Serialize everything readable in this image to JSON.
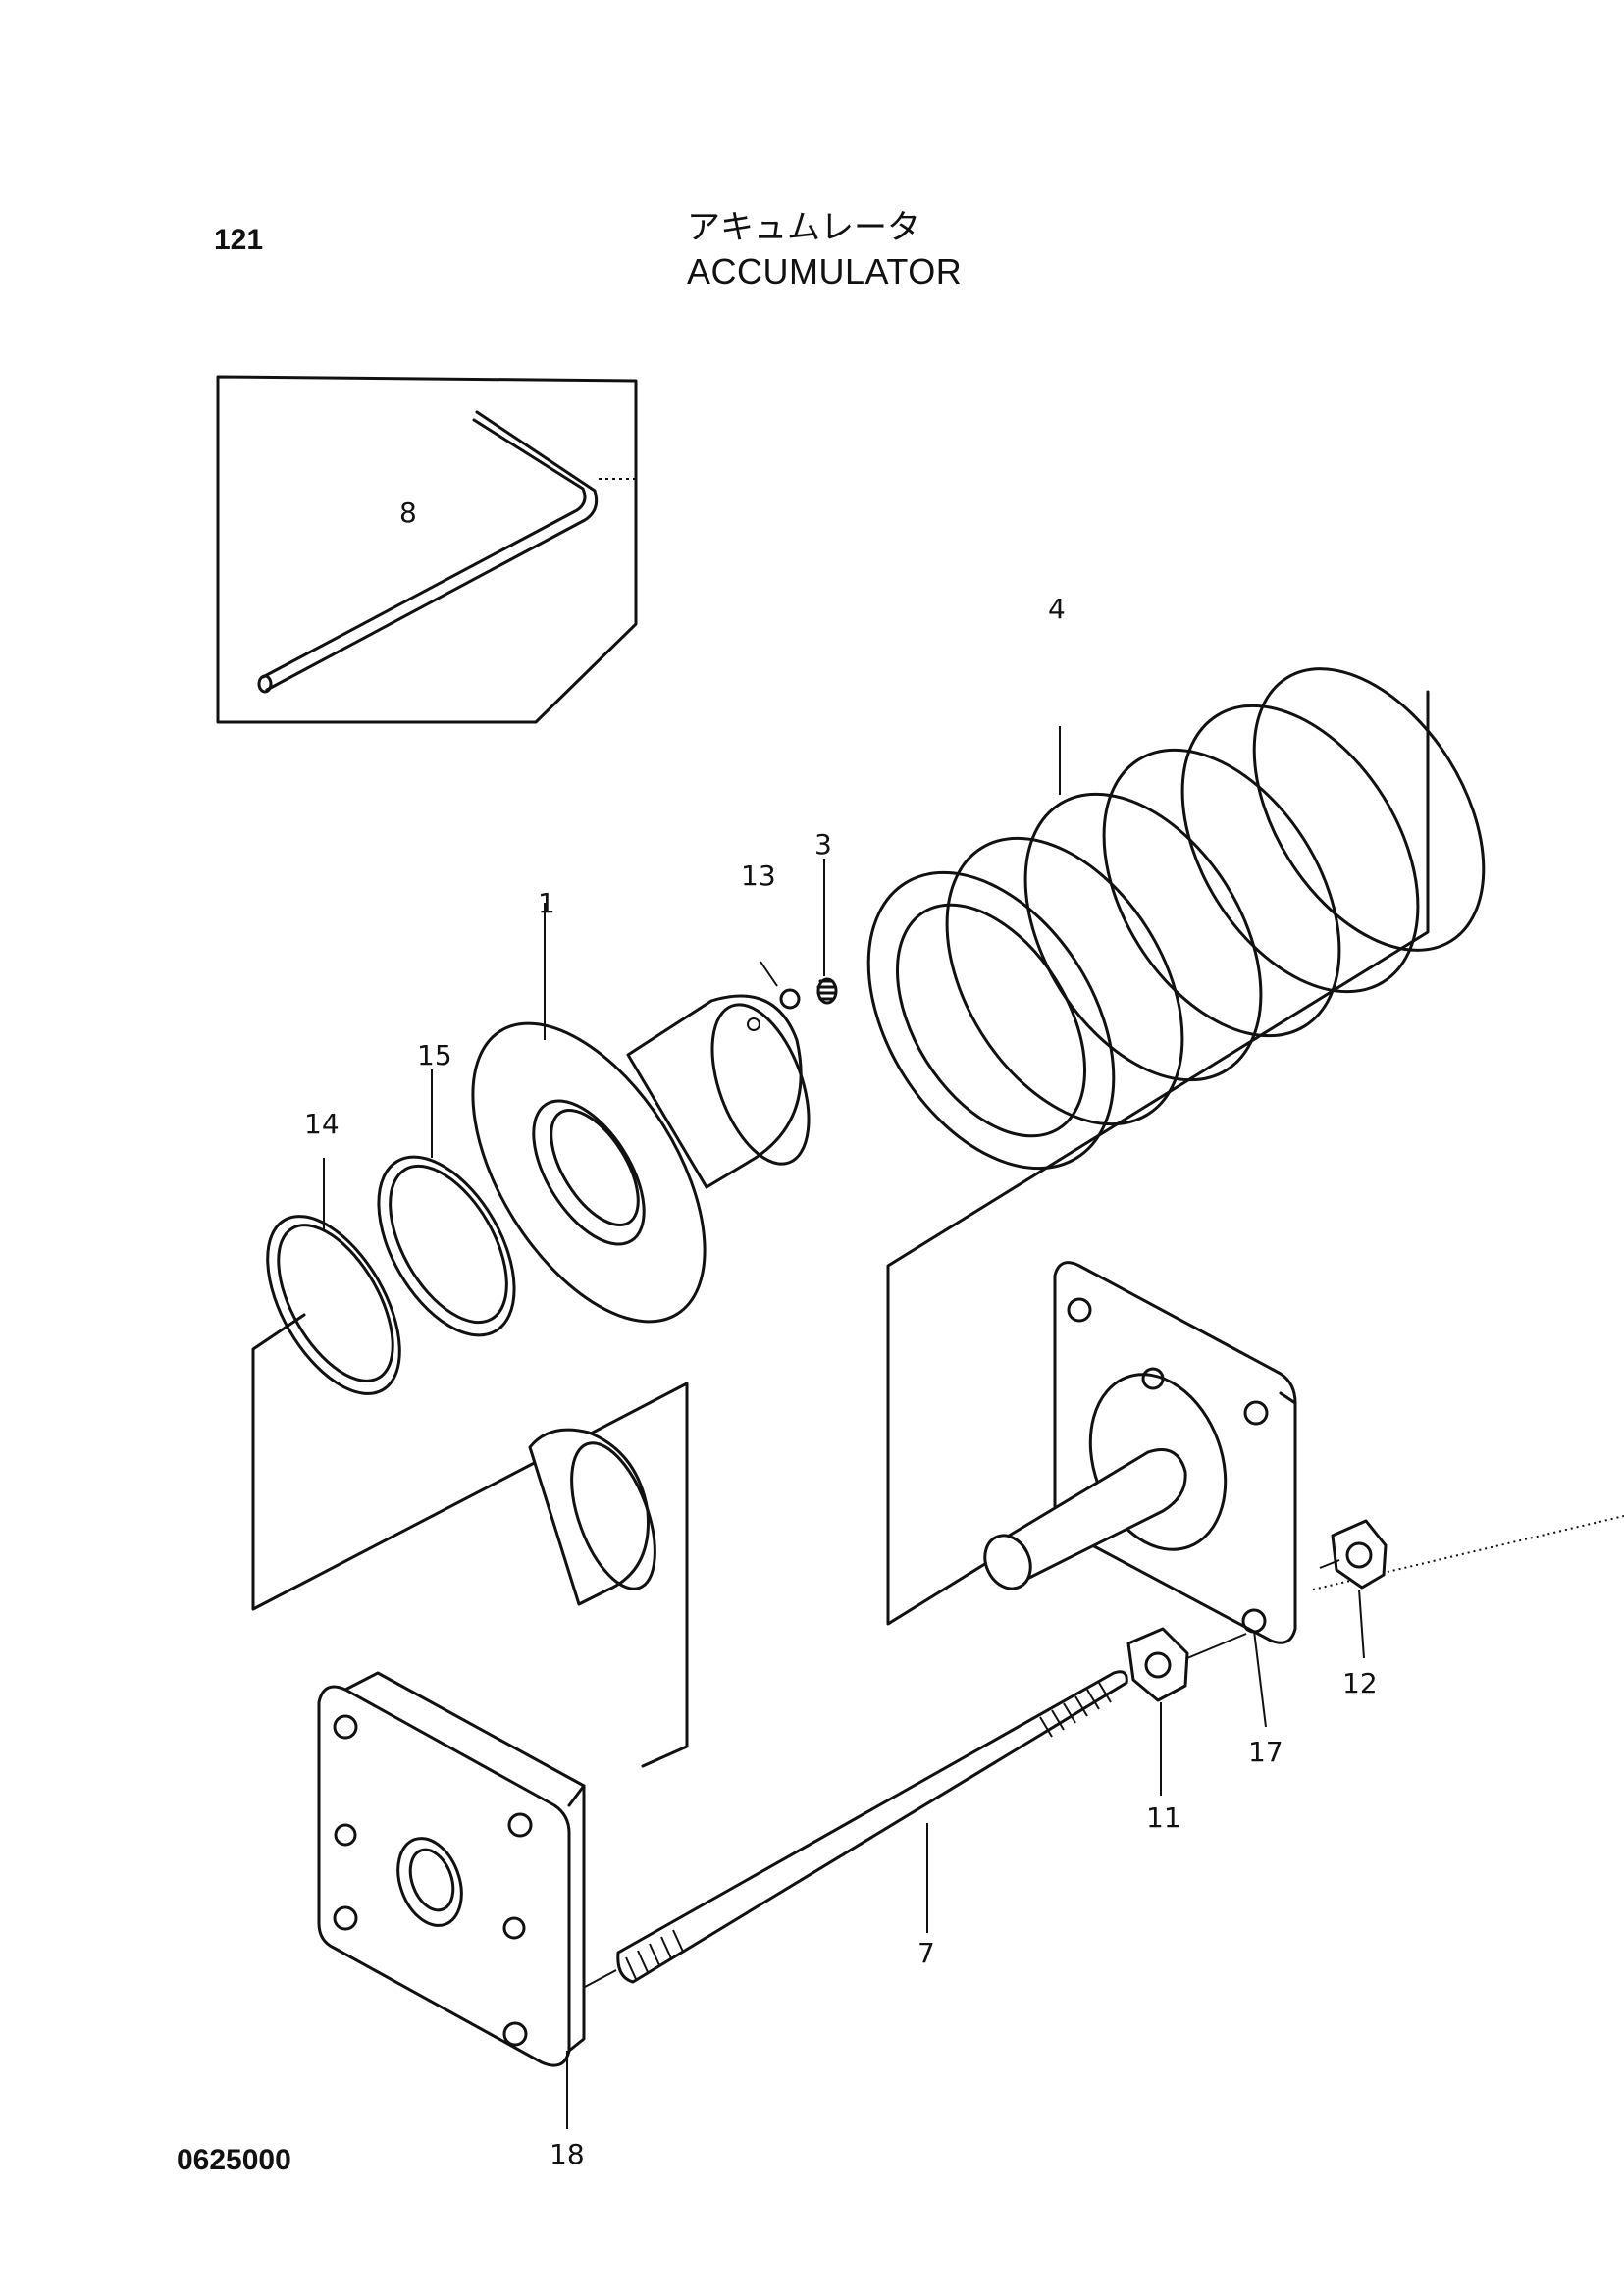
{
  "header": {
    "page_number": "121",
    "title_jp": "アキュムレータ",
    "title_en": "ACCUMULATOR"
  },
  "footer": {
    "doc_code": "0625000"
  },
  "callouts": {
    "c1": "1",
    "c3": "3",
    "c4": "4",
    "c7": "7",
    "c8": "8",
    "c11": "11",
    "c12": "12",
    "c13": "13",
    "c14": "14",
    "c15": "15",
    "c17": "17",
    "c18": "18"
  }
}
